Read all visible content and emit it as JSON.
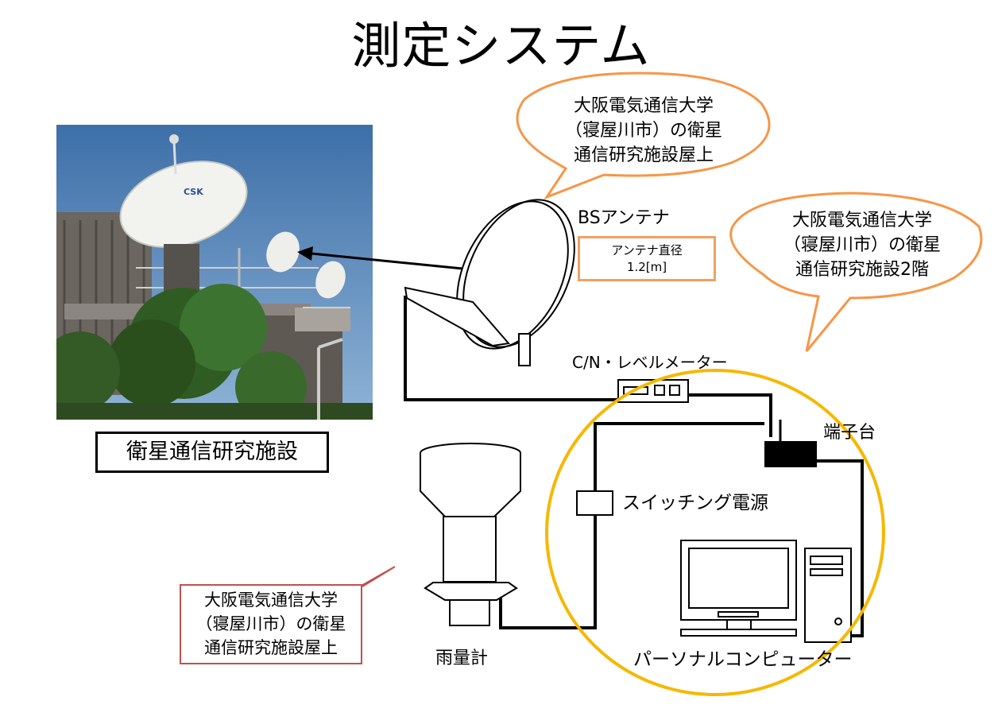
{
  "title": "測定システム",
  "photo": {
    "caption": "衛星通信研究施設",
    "dish_logo": "CSK"
  },
  "callouts": {
    "antenna_location": [
      "大阪電気通信大学",
      "（寝屋川市）の衛星",
      "通信研究施設屋上"
    ],
    "equipment_location": [
      "大阪電気通信大学",
      "（寝屋川市）の衛星",
      "通信研究施設2階"
    ],
    "rain_gauge_location": [
      "大阪電気通信大学",
      "（寝屋川市）の衛星",
      "通信研究施設屋上"
    ]
  },
  "diagram": {
    "antenna_label": "BSアンテナ",
    "antenna_diameter": [
      "アンテナ直径",
      "1.2[m]"
    ],
    "cn_meter_label": "C/N・レベルメーター",
    "terminal_label": "端子台",
    "switching_label": "スイッチング電源",
    "rain_gauge_label": "雨量計",
    "pc_label": "パーソナルコンピューター"
  },
  "colors": {
    "callout_orange": "#f79646",
    "callout_red": "#c0504d",
    "circle_gold": "#f5b800",
    "diameter_border": "#f0a060"
  }
}
